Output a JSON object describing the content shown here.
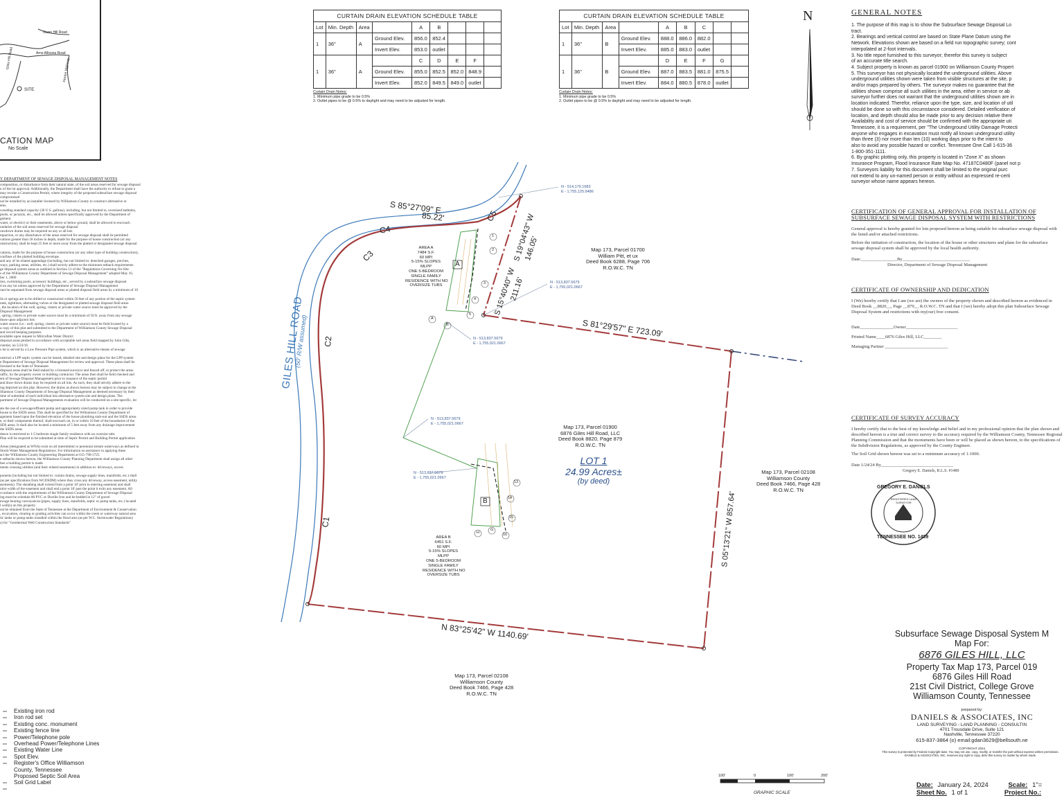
{
  "location_map": {
    "title": "CATION MAP",
    "scale": "No Scale",
    "roads": [
      "Owen Hill Road",
      "Arno Allisona Road",
      "Giles Hill Road",
      "Horton Highway"
    ],
    "site_label": "SITE"
  },
  "curtain_tables": [
    {
      "title": "CURTAIN DRAIN ELEVATION SCHEDULE TABLE",
      "headers": [
        "Lot",
        "Min. Depth",
        "Area"
      ],
      "rows": [
        {
          "lot": "1",
          "depth": "36\"",
          "area": "A",
          "points": [
            "A",
            "B",
            "",
            ""
          ],
          "ground_label": "Ground Elev.",
          "ground": [
            "856.0",
            "852.4",
            "",
            ""
          ],
          "invert_label": "Invert Elev.",
          "invert": [
            "853.0",
            "outlet",
            "",
            ""
          ]
        },
        {
          "lot": "1",
          "depth": "36\"",
          "area": "A",
          "points": [
            "C",
            "D",
            "E",
            "F"
          ],
          "ground_label": "Ground Elev.",
          "ground": [
            "855.0",
            "852.5",
            "852.0",
            "848.9"
          ],
          "invert_label": "Invert Elev.",
          "invert": [
            "852.0",
            "849.5",
            "849.0",
            "outlet"
          ]
        }
      ],
      "notes_title": "Curtain Drain Notes:",
      "notes": [
        "1. Minimum pipe grade to be 0.5%",
        "2. Outlet pipes to be @ 0.5% to daylight and may need to be adjusted for length."
      ]
    },
    {
      "title": "CURTAIN DRAIN ELEVATION SCHEDULE TABLE",
      "headers": [
        "Lot",
        "Min. Depth",
        "Area"
      ],
      "rows": [
        {
          "lot": "1",
          "depth": "36\"",
          "area": "B",
          "points": [
            "A",
            "B",
            "C",
            ""
          ],
          "ground_label": "Ground Elev.",
          "ground": [
            "888.0",
            "886.0",
            "882.0",
            ""
          ],
          "invert_label": "Invert Elev.",
          "invert": [
            "885.0",
            "883.0",
            "outlet",
            ""
          ]
        },
        {
          "lot": "1",
          "depth": "36\"",
          "area": "B",
          "points": [
            "D",
            "E",
            "F",
            "G"
          ],
          "ground_label": "Ground Elev.",
          "ground": [
            "887.0",
            "883.5",
            "881.0",
            "875.5"
          ],
          "invert_label": "Invert Elev.",
          "invert": [
            "884.0",
            "880.5",
            "878.0",
            "outlet"
          ]
        }
      ],
      "notes_title": "Curtain Drain Notes:",
      "notes": [
        "1. Minimum pipe grade to be 0.5%",
        "2. Outlet pipes to be @ 0.5% to daylight and may need to be adjusted for length."
      ]
    }
  ],
  "north_label": "N",
  "general_notes": {
    "title": "GENERAL NOTES",
    "lines": [
      "1. The purpose of this map is to show the Subsurface Sewage Disposal Lo",
      "tract.",
      "2. Bearings and vertical control are based on State Plane Datum using the",
      "Network. Elevations shown are based on a field run topographic survey; cont",
      "interpolated at 2-foot intervals.",
      "3. No title report furnished to this surveyor; therefor this survey is subject",
      "of an accurate title search.",
      "4. Subject property is known as parcel 01900 on Williamson County Propert",
      "5. This surveyor has not physically located the underground utilities. Above",
      "underground utilities shown were taken from visible structures at the site, p",
      "and/or maps prepared by others. The surveyor makes no guarantee that the",
      "utilities shown comprise all such utilities in the area, either in service or ab",
      "surveyor further does not warrant that the underground utilities shown are in",
      "location indicated. Therefor, reliance upon the type, size, and location of util",
      "should be done so with this circumstance considered. Detailed verification of",
      "location, and depth should also be made prior to any decision relative there",
      "Availability and cost of service should be confirmed with the appropriate uti",
      "Tennessee, it is a requirement, per \"The Underground Utility Damage Protecti",
      "anyone who engages in excavation must notify all known underground utility",
      "than three (3) nor more than ten (10) working days prior to the intent to",
      "also to avoid any possible hazard or conflict. Tennessee One Call 1-615-36",
      "1-800-351-1111.",
      "6. By graphic plotting only, this property is located in \"Zone X\" as shown",
      "Insurance Program, Flood Insurance Rate Map No. 47187C0480F (panel not p",
      "7. Surveyors liability for this document shall be limited to the original purc",
      "not extend to any un-named person or entity without an expressed re-certi",
      "surveyor whose name appears hereon."
    ]
  },
  "cert_general": {
    "title": "CERTIFICATION OF GENERAL APPROVAL FOR INSTALLATION OF SUBSURFACE SEWAGE DISPOSAL SYSTEM WITH RESTRICTIONS",
    "p1": "General approval is hereby granted for lots proposed hereon as being suitable for subsurface sewage disposal with the listed and/or attached restrictions.",
    "p2": "Before the initiation of construction, the location of the house or other structures and plans for the subsurface sewage disposal system shall be approved by the local health authority.",
    "date_line": "Date:________________By______________________________",
    "director": "Director, Department of Sewage Disposal Management"
  },
  "cert_owner": {
    "title": "CERTIFICATE OF OWNERSHIP AND DEDICATION",
    "p1": "I (We) hereby certify that I am (we are) the owners of the property shown and described hereon as evidenced in Deed Book __8820__, Page __879__ R.O.W.C. TN and that I (we) hereby adopt this plan Subsurface Sewage Disposal System and restrictions with my(our) free consent.",
    "date_line": "Date_______________Owner_______________________",
    "printed_name": "Printed Name____6876 Giles Hill, LLC________",
    "partner": "Managing Partner ____________________________"
  },
  "cert_survey": {
    "title": "CERTIFICATE OF SURVEY ACCURACY",
    "p1": "I hereby certify that to the best of my knowledge and belief and in my professional opinion that the plan shown and described hereon is a true and correct survey to the accuracy required by the Williamson County, Tennessee Regional Planning Commission and that the monuments have been or will be placed as shown hereon, to the specifications of the Subdivision Regulations, as approved by the County Engineer.",
    "p2": "The Soil Grid shown hereon was set to a minimum accuracy of 1:1000.",
    "date_line": "Date 1/24/24  By________________________________",
    "signer": "Gregory E. Daniels, R.L.S. #1489",
    "seal_top": "GREGORY E. DANIELS",
    "seal_bottom": "TENNESSEE NO. 1489",
    "seal_inner": "REGISTERED LAND SURVEYOR"
  },
  "left_notes": {
    "title": "Y DEPARTMENT OF SEWAGE DISPOSAL MANAGEMENT NOTES",
    "lines": [
      "composition, or disturbance from their natural state, of the soil areas reserved for sewage disposal",
      "n of the lot approval. Additionally, the Department shall have the authority to refuse to grant a",
      "may revoke a Construction Permit, where integrity of the proposed subsurface sewage disposal",
      "compromised",
      "ust be installed by an installer licensed by Williamson County to construct alternative or",
      "ems.",
      "xceeding standard capacity (30 U.S. gallons), including, but not limited to, oversized bathtubs,",
      "pools, or jacuzzis, etc., shall be allowed unless specifically approved by the Department of",
      "gement",
      "water, or electric) or their easements, above or below ground, shall be allowed to encroach",
      "undaries of the soil areas reserved for sewage disposal",
      "rawdown drains may be required on any or all lots",
      "mpaction, or any disturbance of the areas reserved for sewage disposal shall be permitted",
      "vations greater than 18 inches in depth, made for the purpose of house construction (or any",
      "onstruction), shall be kept 25 feet or more away from the platted or designated sewage disposal",
      "",
      "vations, made for the purpose of house construction (or any other type of building construction),",
      "confines of the platted building envelope.",
      "and any of its related appendage (including, but not limited to: detached garages, porches,",
      "ways, parking areas, utilities, etc.) shall strictly adhere to the minimum setback requirements",
      "ge disposal system areas as outlined in Section 13 of the \"Regulations Governing On-Site",
      "s of the Williamson County Department of Sewage Disposal Management\" adopted May 16,",
      "ber 1, 2000",
      "tios, swimming pools, accessory buildings, etc., served by a subsurface sewage disposal",
      "d on any lot unless approved by the Department of Sewage Disposal Management",
      "rant be separated from sewage disposal areas or platted disposal field areas by a minimum of 10",
      "",
      "lls or springs are to be drilled or constructed within 50 feet of any portion of the septic system",
      "tank, tightlines, alternating valves or the designated or platted sewage disposal field areas",
      ", the location of the well, spring, cistern or private water source must be approved by the",
      "Disposal Management",
      ", spring, cistern or private water source must be a minimum of 50 ft. away from any sewage",
      "those upon adjacent lots",
      "water source (i.e.: well, spring, cistern or private water source) must be field located by a",
      "a copy of this plat and submitted to the Department of Williamson County Sewage Disposal",
      "and record keeping purposes",
      "available upon request to Milcroftan Water District",
      "disposal areas plotted in accordance with acceptable soil areas field mapped by John Gibs,",
      "cientist, on 5/23/16",
      "s lot is served by a Low Pressure Pipe system, which is an alternative means of sewage",
      "",
      "onstruct a LPP septic system can be issued, detailed site and design plans for the LPP system",
      "e Department of Sewage Disposal Management for review and approval. These plans shall be",
      "licensed in the State of Tennessee.",
      "disposal areas shall be field staked by a licensed surveyor and fenced off, to protect the areas",
      "raffic, by the property owner or building contractor. The areas then shall be field checked and",
      "ent of Sewage Disposal Management prior to issuance of the septic permit",
      "and draw-down drains may be required on all lots. As such, they shall strictly adhere to the",
      "ing depicted on this plat. However, the drains as shown hereon may be subject to change at the",
      "llliamson County Department of Sewage Disposal Management as deemed necessary by their",
      "time of submittal of each individual lots alternative system site and design plans. The",
      "partment of Sewage Disposal Managements evaluation will be conducted on a site-specific, lot",
      "",
      "ate the use of a sewage/effluent pump and appropriately sized pump tank in order to provide",
      "house to the SSDS areas. This shall be specified by the Williamson County Department of",
      "agement based upon the finished elevation of the house plumbing stub-out and the SSDS areas",
      "e, or their components thereof, shall encroach on, in or within 10 feet of the boundaries of the",
      "SDS areas. It shall also be located a minimum of 5 feet away from any drainage improvement",
      "the SSDS areas",
      "dence is restricted to 1-5 bedroom single family residence with no oversize tubs",
      "Plan will be required to be submitted at time of Septic Permit and Building Permit application",
      "",
      "Areas (designated as WNA) exist on all intermittent or perennial stream waterways as defined in",
      "Storm Water Management Regulations. For information on assistance in applying these",
      "act the Williamson County Engineering Department at 615-790-5725",
      "e setbacks shown hereon, the Williamson County Planning Department shall assign all other",
      "hen a building permit is made",
      "ments crossing utilities (and their related easements) in addition to: driveways, access",
      "",
      "ponents (including but not limited to: curtain drains, sewage supply lines, manifolds, etc.) shall",
      "(as per specifications from WCDSDM) where they cross any driveway, access easement, utility",
      "asements). The sheathing shall extend from a point 10' prior to entering easement and shall",
      "ntire width of the easement and shall end a point 10' past the point it exits any easement. All",
      "ccordance with the requirements of the Williamson County Department of Sewage Disposal",
      "ing must be schedule 80 PVC or Ductile Iron and be bedded in 12\" of gravel",
      "ewage bearing conveyances (pipes, supply lines, manifolds, septic or pump tanks, etc.) located",
      "l well(s) on this property",
      "ust be obtained from the State of Tennessee at the Department of Environment & Conservation",
      ", excavation, clearing or grading activities can occur within the creek or waterway natural area",
      "tic tanks or pump tanks installed within the flood area (as per W.C. Stormwater Regulations)",
      "s) for \"Geothermal Well Construction Standards\""
    ]
  },
  "legend": [
    "Existing iron rod",
    "Iron rod set",
    "Existing conc. monument",
    "Existing fence line",
    "Power/Telephone pole",
    "Overhead Power/Telephone Lines",
    "Existing Water Line",
    "Spot Elev.",
    "Register's Office Williamson",
    "County, Tennessee",
    "Proposed Septic Soil Area",
    "Soil Grid Label"
  ],
  "map_labels": {
    "bearing_north": "S 85°27'09\" E",
    "dist_north": "85.22'",
    "bearing_ne": "S 19°04'43\" W",
    "dist_ne": "146.05'",
    "bearing_mid": "S 15°40'40\" W",
    "dist_mid": "211.16'",
    "bearing_east": "S 81°29'57\" E 723.09'",
    "bearing_south": "N 83°25'42\" W 1140.69'",
    "bearing_se": "S 05°13'21\" W 857.64'",
    "road": "GILES HILL ROAD",
    "road_row": "(50' R/W assumed)",
    "curves": [
      "C1",
      "C2",
      "C3",
      "C4",
      "C5"
    ],
    "coord1_n": "N - 514,179.1683",
    "coord1_e": "E - 1,755,125.9486",
    "coord2_n": "N - 513,837.5679",
    "coord2_e": "E - 1,755,021.0667",
    "coord3_n": "N - 513,837.5679",
    "coord3_e": "E - 1,755,021.0667",
    "coord4_n": "N - 513,837.5679",
    "coord4_e": "E - 1,755,021.0667",
    "coord5_n": "N - 513,837.5679",
    "coord5_e": "E - 1,755,021.0667",
    "parcel_nw": [
      "Map 173, Parcel 01700",
      "William Pitt, et ux",
      "Deed Book 6288, Page 706",
      "R.O.W.C. TN"
    ],
    "parcel_center": [
      "Map 173, Parcel 01900",
      "6876 Giles Hill Road, LLC",
      "Deed Book 8820, Page 879",
      "R.O.W.C. TN"
    ],
    "parcel_east": [
      "Map 173, Parcel 02108",
      "Williamson County",
      "Deed Book 7466, Page 428",
      "R.O.W.C. TN"
    ],
    "parcel_south": [
      "Map 173, Parcel 02108",
      "Williamson County",
      "Deed Book 7466, Page 428",
      "R.O.W.C. TN"
    ],
    "lot": "LOT 1",
    "acres": "24.99 Acres±",
    "by_deed": "(by deed)",
    "area_a_tag": "A",
    "area_b_tag": "B",
    "area_a": [
      "AREA A",
      "7484 S.F.",
      "60 MPI",
      "5-15% SLOPES",
      "MLPP",
      "ONE 5-BEDROOM",
      "SINGLE FAMILY",
      "RESIDENCE WITH NO",
      "OVERSIZE TUBS"
    ],
    "area_b": [
      "AREA B",
      "6451 S.F.",
      "60 MPI",
      "5-15% SLOPES",
      "MLPP",
      "ONE 5-BEDROOM",
      "SINGLE FAMILY",
      "RESIDENCE WITH NO",
      "OVERSIZE TUBS"
    ],
    "grid_a": [
      "1",
      "2",
      "3",
      "4",
      "5",
      "A",
      "B"
    ],
    "grid_b": [
      "13",
      "14",
      "15",
      "16",
      "H",
      "G"
    ],
    "scale_ticks": [
      "100'",
      "0",
      "100'",
      "200'"
    ],
    "scale_title": "GRAPHIC SCALE"
  },
  "title_block": {
    "line1": "Subsurface Sewage Disposal System M",
    "line2": "Map For:",
    "owner": "6876 GILES HILL, LLC",
    "line4": "Property Tax Map 173, Parcel 019",
    "line5": "6876 Giles Hill Road",
    "line6": "21st Civil District, College Grove",
    "line7": "Williamson County, Tennessee",
    "prepared_by": "prepared by:",
    "firm": "DANIELS & ASSOCIATES, INC",
    "firm_sub": "LAND SURVEYING - LAND PLANNING - CONSULTIN",
    "addr1": "4701 Trousdale Drive, Suite 121",
    "addr2": "Nashville, Tennessee 37220",
    "contact": "615-837-3864 (o) email:gdan3629@bellsouth.ne",
    "copyright": "COPYRIGHT 2024",
    "protect": "This survey is protected by Federal Copyright laws. You may not use, copy, modify, or transfer the part without express written permission. DANIELS & ASSOCIATES, INC. reserves any right to copy, deliv this survey no matter by whom made.",
    "date_label": "Date:",
    "date_value": "January 24, 2024",
    "sheet_label": "Sheet No.",
    "sheet_value": "1 of 1",
    "scale_label": "Scale:",
    "scale_value": "1\"=",
    "project_label": "Project No.:"
  }
}
